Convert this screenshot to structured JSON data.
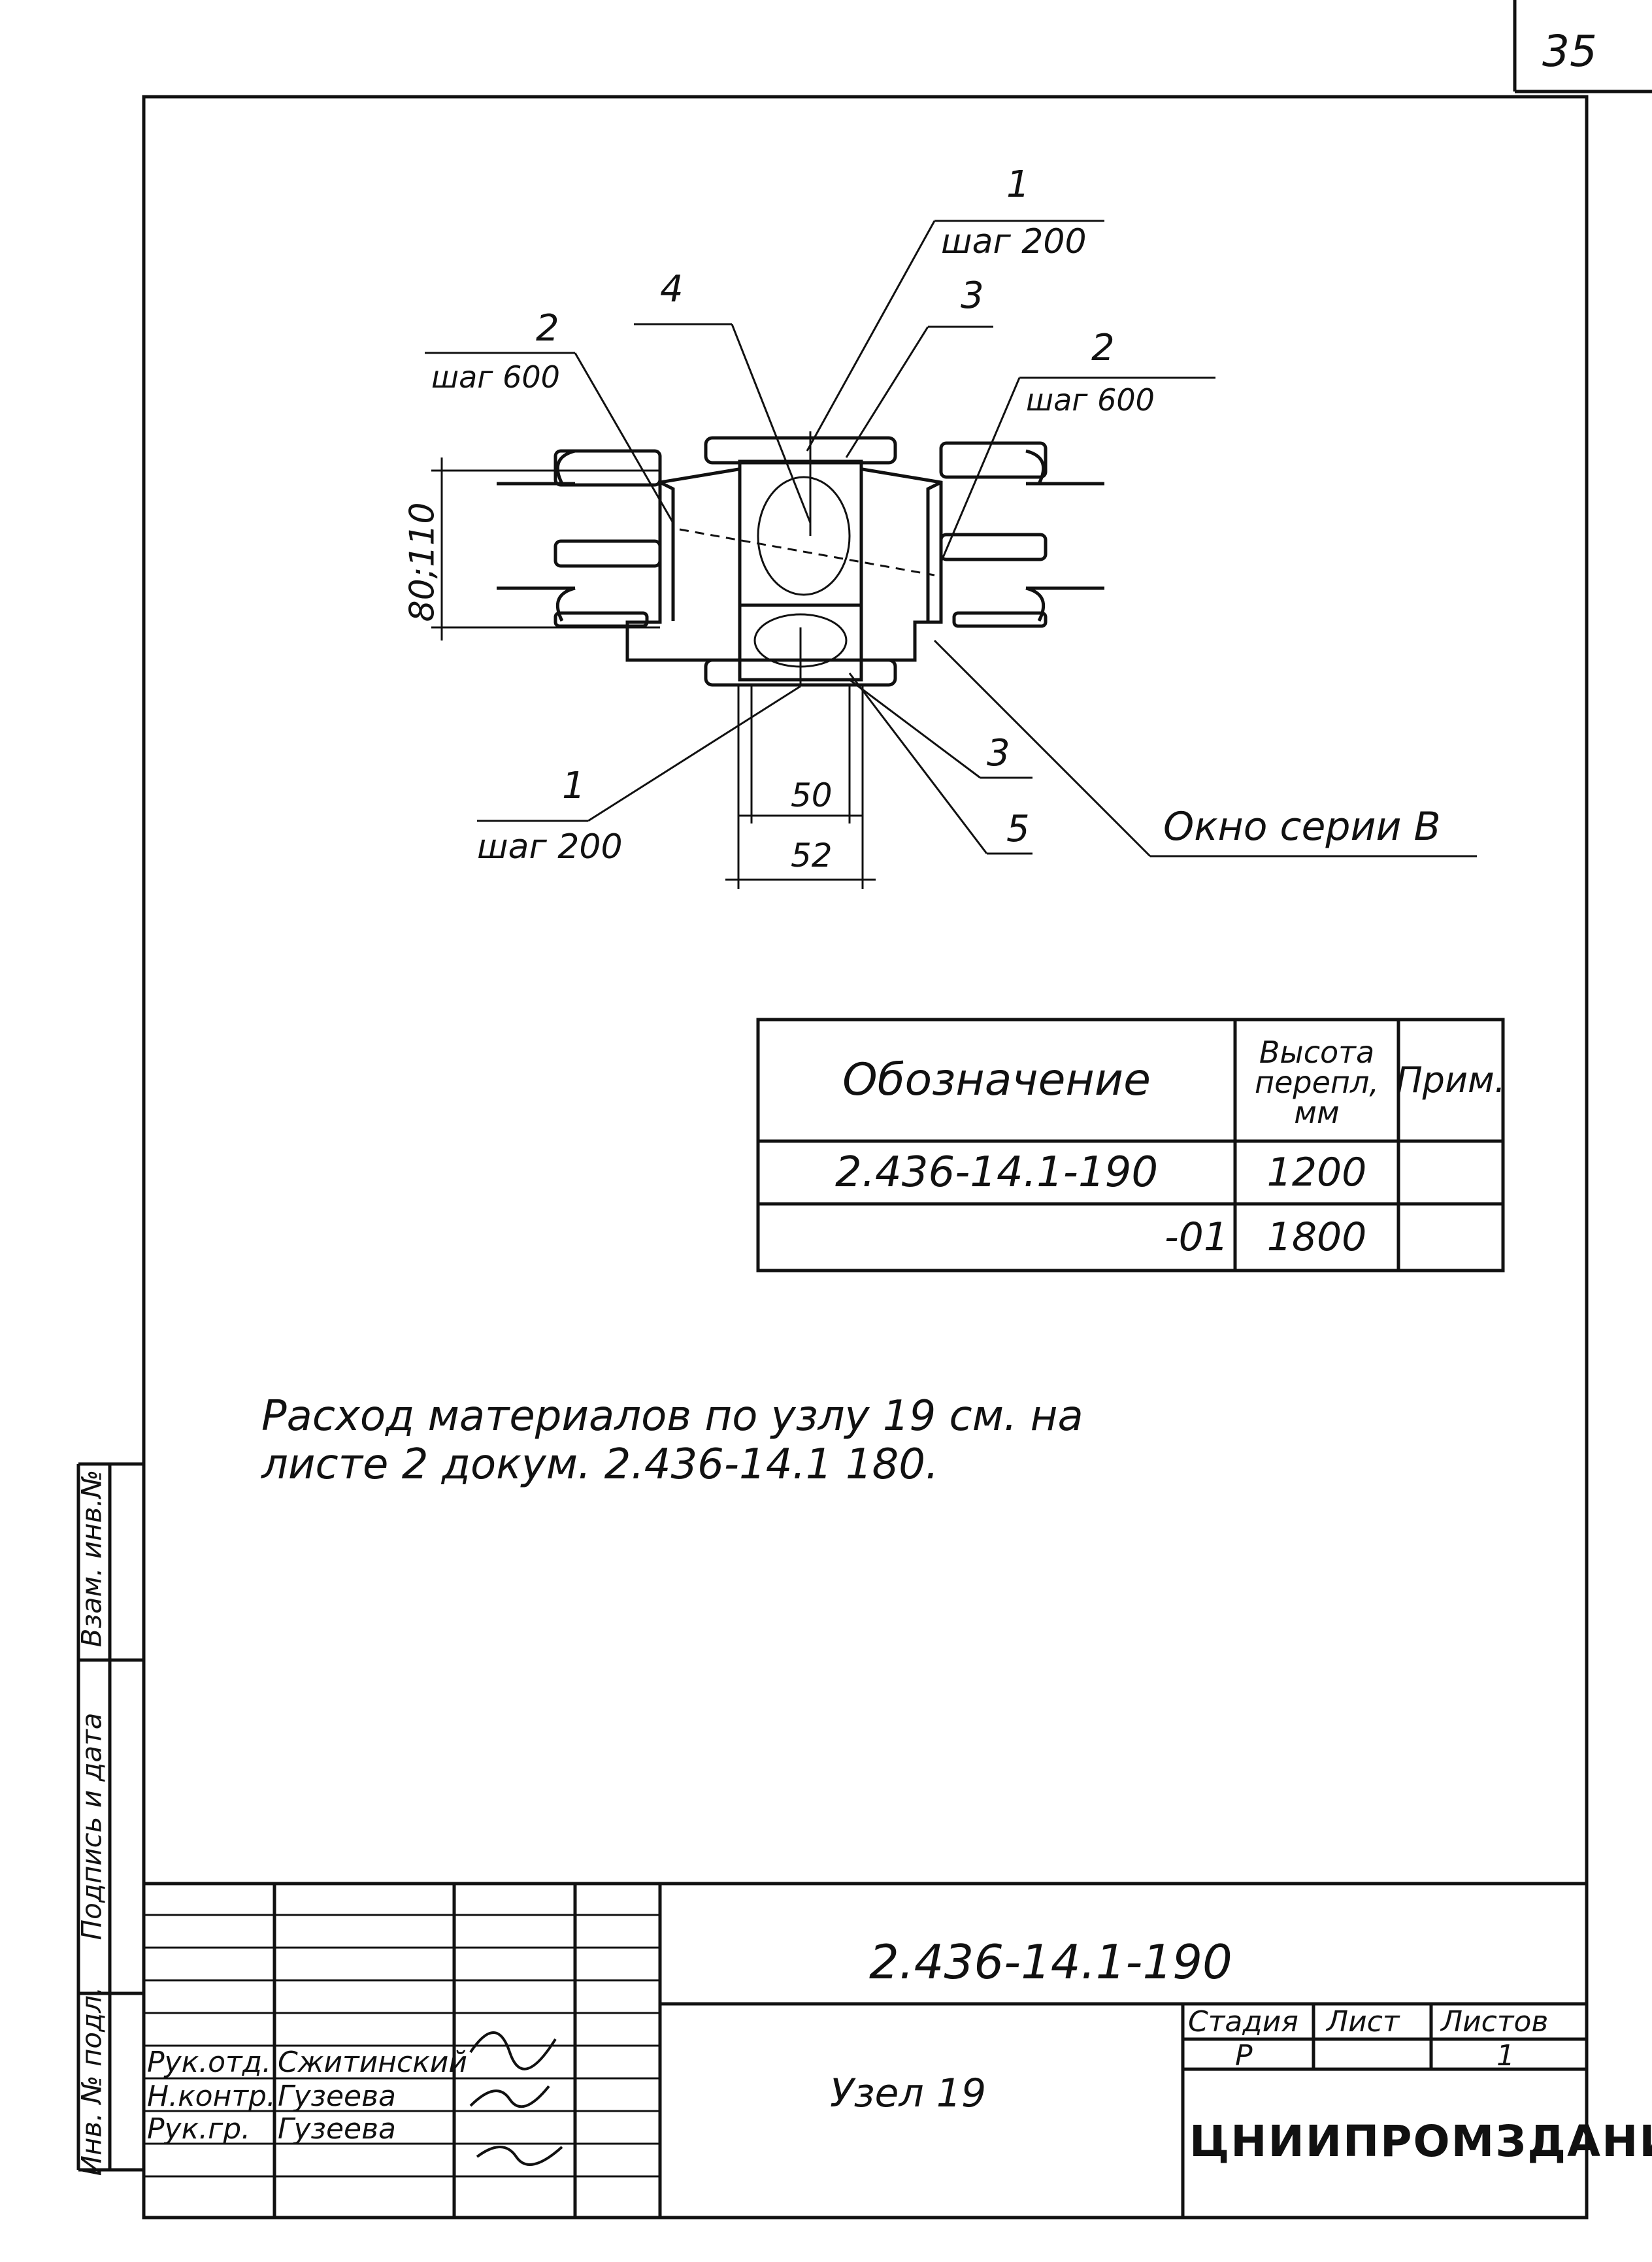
{
  "sheet_number": "35",
  "drawing": {
    "callouts": [
      {
        "num": "1",
        "pitch": "шаг 200"
      },
      {
        "num": "2",
        "pitch": "шаг 600"
      },
      {
        "num": "3"
      },
      {
        "num": "4"
      },
      {
        "num": "2",
        "pitch": "шаг 600"
      },
      {
        "num": "1",
        "pitch": "шаг 200"
      },
      {
        "num": "3"
      },
      {
        "num": "5"
      }
    ],
    "window_label": "Окно серии В",
    "dims": {
      "height": "80;110",
      "inner": "50",
      "outer": "52"
    }
  },
  "spec_table": {
    "headers": [
      "Обозначение",
      "Высота\nперепл,\nмм",
      "Прим."
    ],
    "rows": [
      [
        "2.436-14.1-190",
        "1200",
        ""
      ],
      [
        "-01",
        "1800",
        ""
      ]
    ]
  },
  "note": "Расход материалов по узлу 19 см. на\nлисте 2 докум. 2.436-14.1 180.",
  "title_block": {
    "code": "2.436-14.1-190",
    "title": "Узел 19",
    "stage_header": "Стадия",
    "sheet_header": "Лист",
    "sheets_header": "Листов",
    "stage": "Р",
    "sheet": "",
    "sheets": "1",
    "org": "ЦНИИПРОМЗДАНИЙ",
    "people": [
      {
        "role": "Рук.отд.",
        "name": "Сжитинский"
      },
      {
        "role": "Н.контр.",
        "name": "Гузеева"
      },
      {
        "role": "Рук.гр.",
        "name": "Гузеева"
      }
    ]
  },
  "side_stamp": {
    "inv_orig": "Инв. № подл.",
    "sign_date": "Подпись и дата",
    "inv_repl": "Взам. инв.№"
  }
}
